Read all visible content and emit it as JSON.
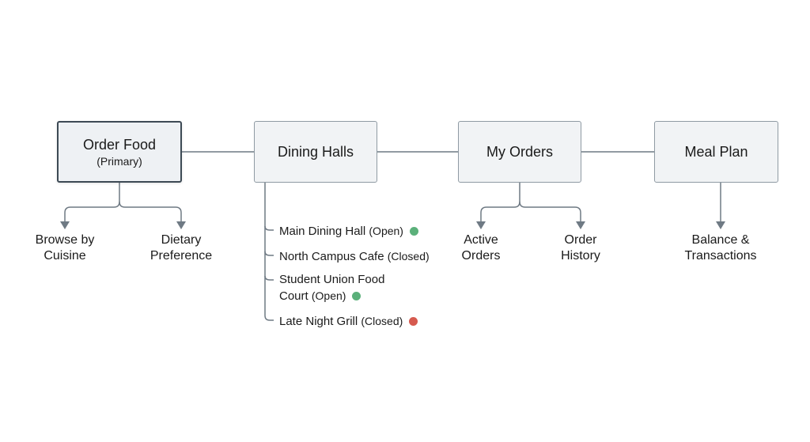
{
  "colors": {
    "line": "#6f7a84",
    "open": "#5bb07a",
    "closed": "#d65a4f",
    "box_fill": "#f1f3f5",
    "box_border": "#8f9aa3"
  },
  "nodes": {
    "order_food": {
      "title": "Order Food",
      "subtitle": "(Primary)"
    },
    "dining_halls": {
      "title": "Dining Halls"
    },
    "my_orders": {
      "title": "My Orders"
    },
    "meal_plan": {
      "title": "Meal Plan"
    }
  },
  "order_food_children": [
    {
      "line1": "Browse by",
      "line2": "Cuisine"
    },
    {
      "line1": "Dietary",
      "line2": "Preference"
    }
  ],
  "dining_halls_children": [
    {
      "name": "Main Dining Hall",
      "status": "(Open)",
      "state": "open"
    },
    {
      "name": "North Campus Cafe",
      "status": "(Closed)",
      "state": "none"
    },
    {
      "name": "Student Union Food",
      "name2": "Court",
      "status": "(Open)",
      "state": "open"
    },
    {
      "name": "Late Night Grill",
      "status": "(Closed)",
      "state": "closed"
    }
  ],
  "my_orders_children": [
    {
      "line1": "Active",
      "line2": "Orders"
    },
    {
      "line1": "Order",
      "line2": "History"
    }
  ],
  "meal_plan_children": [
    {
      "line1": "Balance &",
      "line2": "Transactions"
    }
  ]
}
